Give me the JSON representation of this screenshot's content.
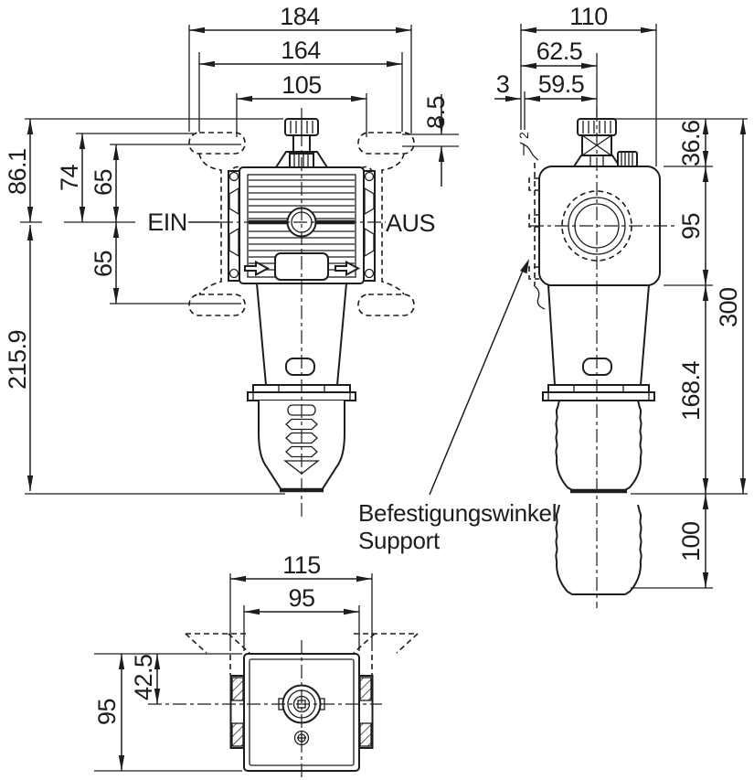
{
  "colors": {
    "line": "#1d1d1b",
    "background": "#ffffff"
  },
  "front_view": {
    "widths": {
      "outer": "184",
      "middle": "164",
      "inner": "105"
    },
    "offset_top": "8.5",
    "heights": {
      "top_to_port": "86.1",
      "bracket": "74",
      "hole_upper": "65",
      "hole_lower": "65",
      "port_to_bottom": "215.9"
    },
    "port_in": "EIN",
    "port_out": "AUS"
  },
  "side_view": {
    "widths": {
      "depth": "110",
      "knob_center": "62.5",
      "plate_offset": "3",
      "knob_face": "59.5"
    },
    "plate_thickness": "2",
    "heights": {
      "knob": "36.6",
      "body": "95",
      "overall": "300",
      "bowl": "168.4",
      "clearance": "100"
    }
  },
  "bottom_view": {
    "widths": {
      "outer": "115",
      "body": "95"
    },
    "heights": {
      "port_offset": "42.5",
      "body": "95"
    }
  },
  "callout": {
    "line1": "Befestigungswinkel",
    "line2": "Support"
  }
}
